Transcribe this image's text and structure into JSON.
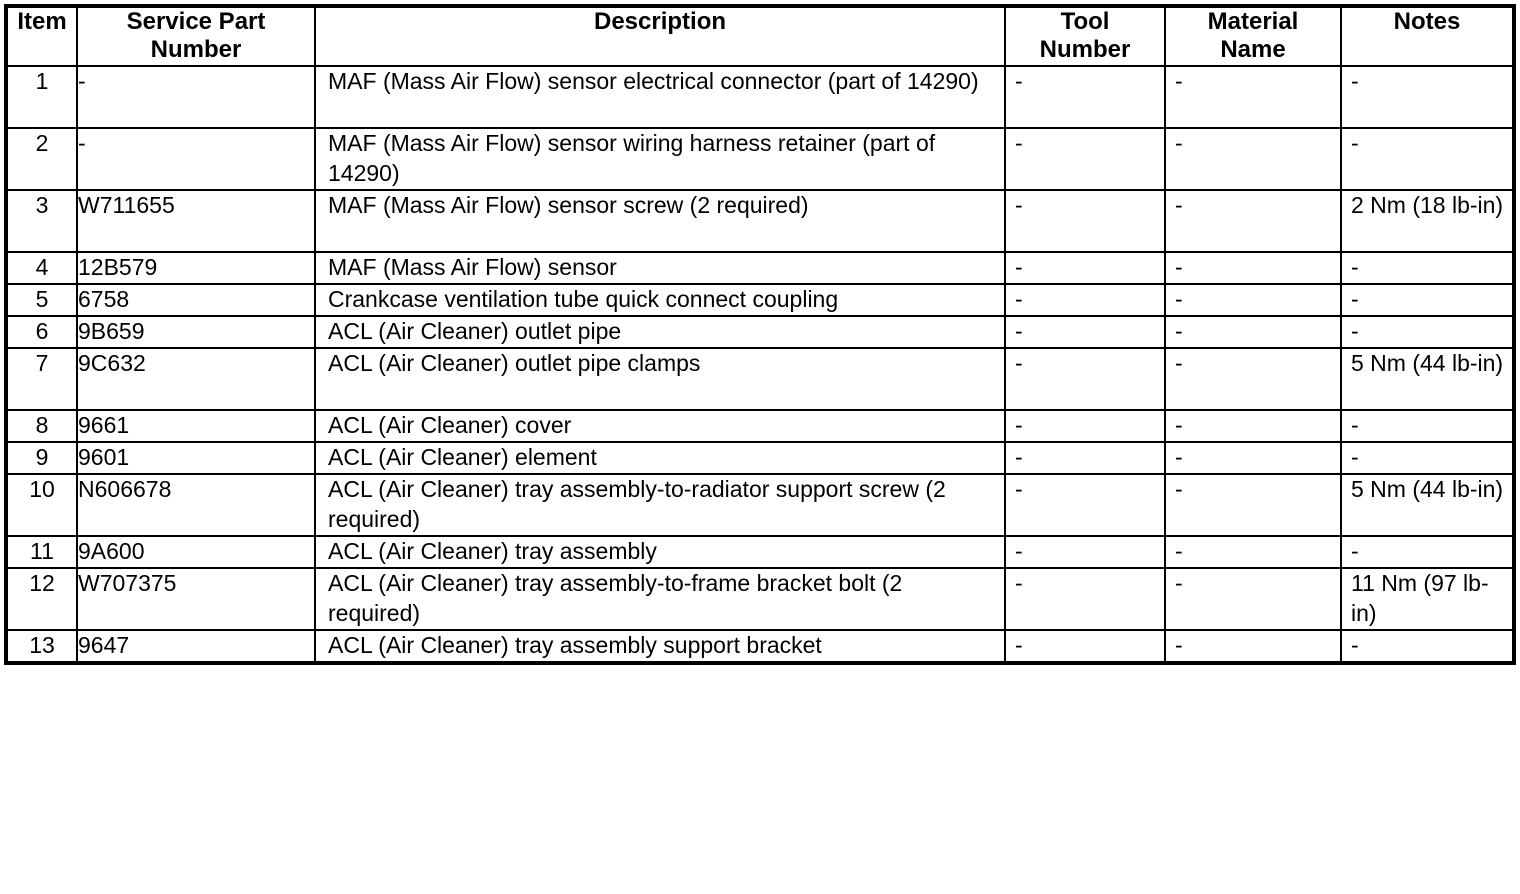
{
  "table": {
    "columns": [
      {
        "key": "item",
        "label": "Item"
      },
      {
        "key": "part",
        "label": "Service Part\nNumber"
      },
      {
        "key": "desc",
        "label": "Description"
      },
      {
        "key": "tool",
        "label": "Tool\nNumber"
      },
      {
        "key": "material",
        "label": "Material\nName"
      },
      {
        "key": "notes",
        "label": "Notes"
      }
    ],
    "header": {
      "item": "Item",
      "part_line1": "Service Part",
      "part_line2": "Number",
      "desc": "Description",
      "tool_line1": "Tool",
      "tool_line2": "Number",
      "material_line1": "Material",
      "material_line2": "Name",
      "notes": "Notes"
    },
    "rows": [
      {
        "item": "1",
        "part": "-",
        "desc": "MAF (Mass Air Flow) sensor electrical connector (part of 14290)",
        "tool": "-",
        "material": "-",
        "notes": "-",
        "height": "tall"
      },
      {
        "item": "2",
        "part": "-",
        "desc": "MAF (Mass Air Flow) sensor wiring harness retainer (part of 14290)",
        "tool": "-",
        "material": "-",
        "notes": "-",
        "height": "tall"
      },
      {
        "item": "3",
        "part": "W711655",
        "desc": "MAF (Mass Air Flow) sensor screw (2 required)",
        "tool": "-",
        "material": "-",
        "notes": "2 Nm (18 lb-in)",
        "height": "tall"
      },
      {
        "item": "4",
        "part": "12B579",
        "desc": "MAF (Mass Air Flow) sensor",
        "tool": "-",
        "material": "-",
        "notes": "-",
        "height": "short"
      },
      {
        "item": "5",
        "part": "6758",
        "desc": "Crankcase ventilation tube quick connect coupling",
        "tool": "-",
        "material": "-",
        "notes": "-",
        "height": "short"
      },
      {
        "item": "6",
        "part": "9B659",
        "desc": "ACL (Air Cleaner) outlet pipe",
        "tool": "-",
        "material": "-",
        "notes": "-",
        "height": "short"
      },
      {
        "item": "7",
        "part": "9C632",
        "desc": "ACL (Air Cleaner) outlet pipe clamps",
        "tool": "-",
        "material": "-",
        "notes": "5 Nm (44 lb-in)",
        "height": "tall"
      },
      {
        "item": "8",
        "part": "9661",
        "desc": "ACL (Air Cleaner) cover",
        "tool": "-",
        "material": "-",
        "notes": "-",
        "height": "short"
      },
      {
        "item": "9",
        "part": "9601",
        "desc": "ACL (Air Cleaner) element",
        "tool": "-",
        "material": "-",
        "notes": "-",
        "height": "short"
      },
      {
        "item": "10",
        "part": "N606678",
        "desc": "ACL (Air Cleaner) tray assembly-to-radiator support screw (2 required)",
        "tool": "-",
        "material": "-",
        "notes": "5 Nm (44 lb-in)",
        "height": "tall"
      },
      {
        "item": "11",
        "part": "9A600",
        "desc": "ACL (Air Cleaner) tray assembly",
        "tool": "-",
        "material": "-",
        "notes": "-",
        "height": "short"
      },
      {
        "item": "12",
        "part": "W707375",
        "desc": "ACL (Air Cleaner) tray assembly-to-frame bracket bolt (2 required)",
        "tool": "-",
        "material": "-",
        "notes": "11 Nm (97 lb-in)",
        "height": "tall"
      },
      {
        "item": "13",
        "part": "9647",
        "desc": "ACL (Air Cleaner) tray assembly support bracket",
        "tool": "-",
        "material": "-",
        "notes": "-",
        "height": "short"
      }
    ]
  }
}
